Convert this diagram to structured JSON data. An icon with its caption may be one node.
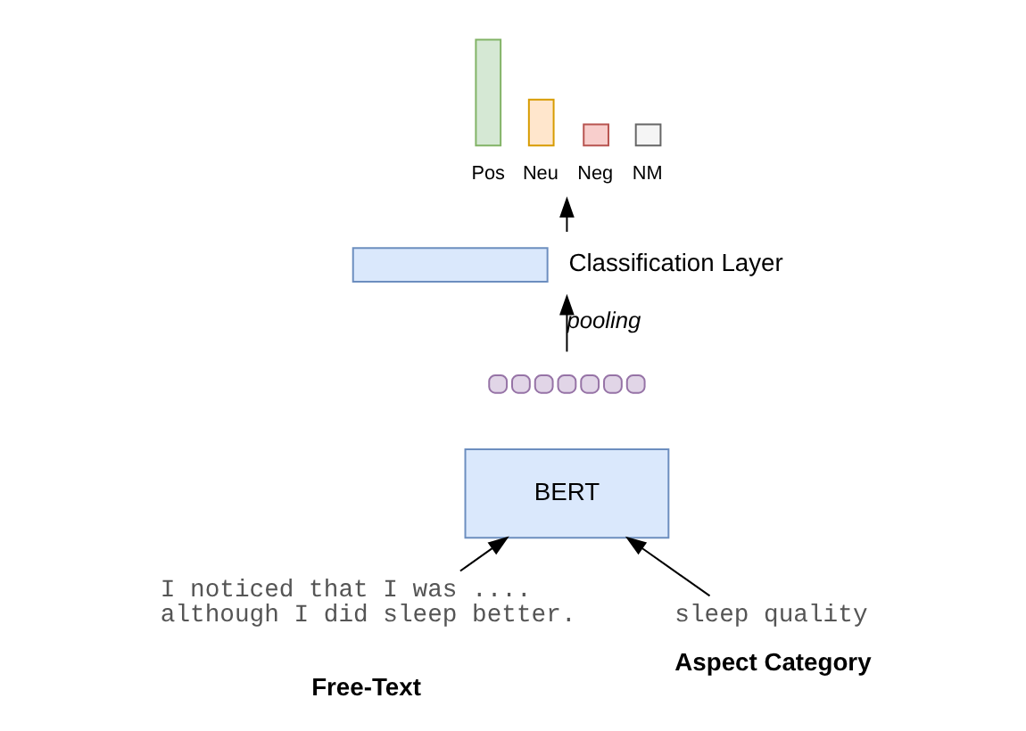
{
  "diagram": {
    "nodes": [
      {
        "text": [],
        "shape": "picture",
        "beside": [
          "Pos",
          "Neu",
          "Neg",
          "NM"
        ]
      },
      {
        "text": [
          "Classification Layer"
        ]
      },
      {
        "text": [],
        "shape": "box"
      },
      {
        "text": [
          "BERT"
        ]
      },
      {
        "text": [
          "I noticed that I was .... although I did sleep better.",
          "Free-Text"
        ]
      },
      {
        "text": [
          "sleep quality",
          "Aspect Category"
        ]
      }
    ],
    "edges": [
      {
        "from": 4,
        "to": 3,
        "arrow": "to"
      },
      {
        "from": 5,
        "to": 3,
        "arrow": "to"
      },
      {
        "from": 2,
        "to": 1,
        "arrow": "to",
        "label": "pooling"
      },
      {
        "from": 1,
        "to": 0,
        "arrow": "to"
      }
    ]
  }
}
